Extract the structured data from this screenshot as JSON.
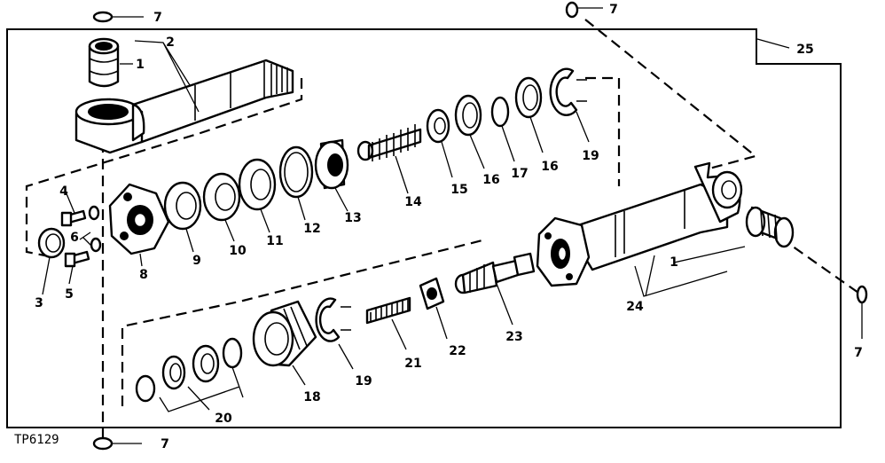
{
  "figure_id": "TP6129",
  "callouts": {
    "c1a": "1",
    "c1b": "1",
    "c2": "2",
    "c3": "3",
    "c4": "4",
    "c5": "5",
    "c6": "6",
    "c7a": "7",
    "c7b": "7",
    "c7c": "7",
    "c7d": "7",
    "c8": "8",
    "c9": "9",
    "c10": "10",
    "c11": "11",
    "c12": "12",
    "c13": "13",
    "c14": "14",
    "c15": "15",
    "c16a": "16",
    "c16b": "16",
    "c17": "17",
    "c18": "18",
    "c19a": "19",
    "c19b": "19",
    "c20": "20",
    "c21": "21",
    "c22": "22",
    "c23": "23",
    "c24": "24",
    "c25": "25"
  }
}
